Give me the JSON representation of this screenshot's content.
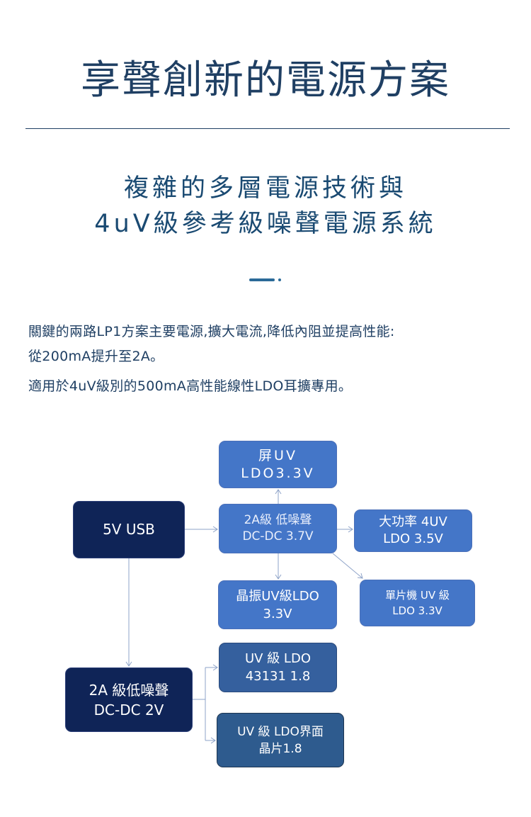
{
  "header": {
    "title": "享聲創新的電源方案",
    "subtitle_line1": "複雜的多層電源技術與",
    "subtitle_line2": "4uV級參考級噪聲電源系統"
  },
  "description": {
    "line1": "關鍵的兩路LP1方案主要電源,擴大電流,降低內阻並提高性能:",
    "line2": "從200mA提升至2A。",
    "line3": "適用於4uV級別的500mA高性能線性LDO耳擴專用。"
  },
  "diagram": {
    "nodes": {
      "uv33": {
        "line1": "屏UV",
        "line2": "LDO3.3V"
      },
      "usb": {
        "line1": "5V USB"
      },
      "dcdc37": {
        "line1": "2A級 低噪聲",
        "line2": "DC-DC 3.7V"
      },
      "power": {
        "line1": "大功率 4UV",
        "line2": "LDO 3.5V"
      },
      "crystal": {
        "line1": "晶振UV級LDO",
        "line2": "3.3V"
      },
      "single": {
        "line1": "單片機 UV 級",
        "line2": "LDO  3.3V"
      },
      "ldo43131": {
        "line1": "UV 級 LDO",
        "line2": "43131 1.8"
      },
      "dcdc2": {
        "line1": "2A 級低噪聲",
        "line2": "DC-DC 2V"
      },
      "ifchip": {
        "line1": "UV 級 LDO界面",
        "line2": "晶片1.8"
      }
    },
    "connector_color": "#8ea3c8"
  }
}
